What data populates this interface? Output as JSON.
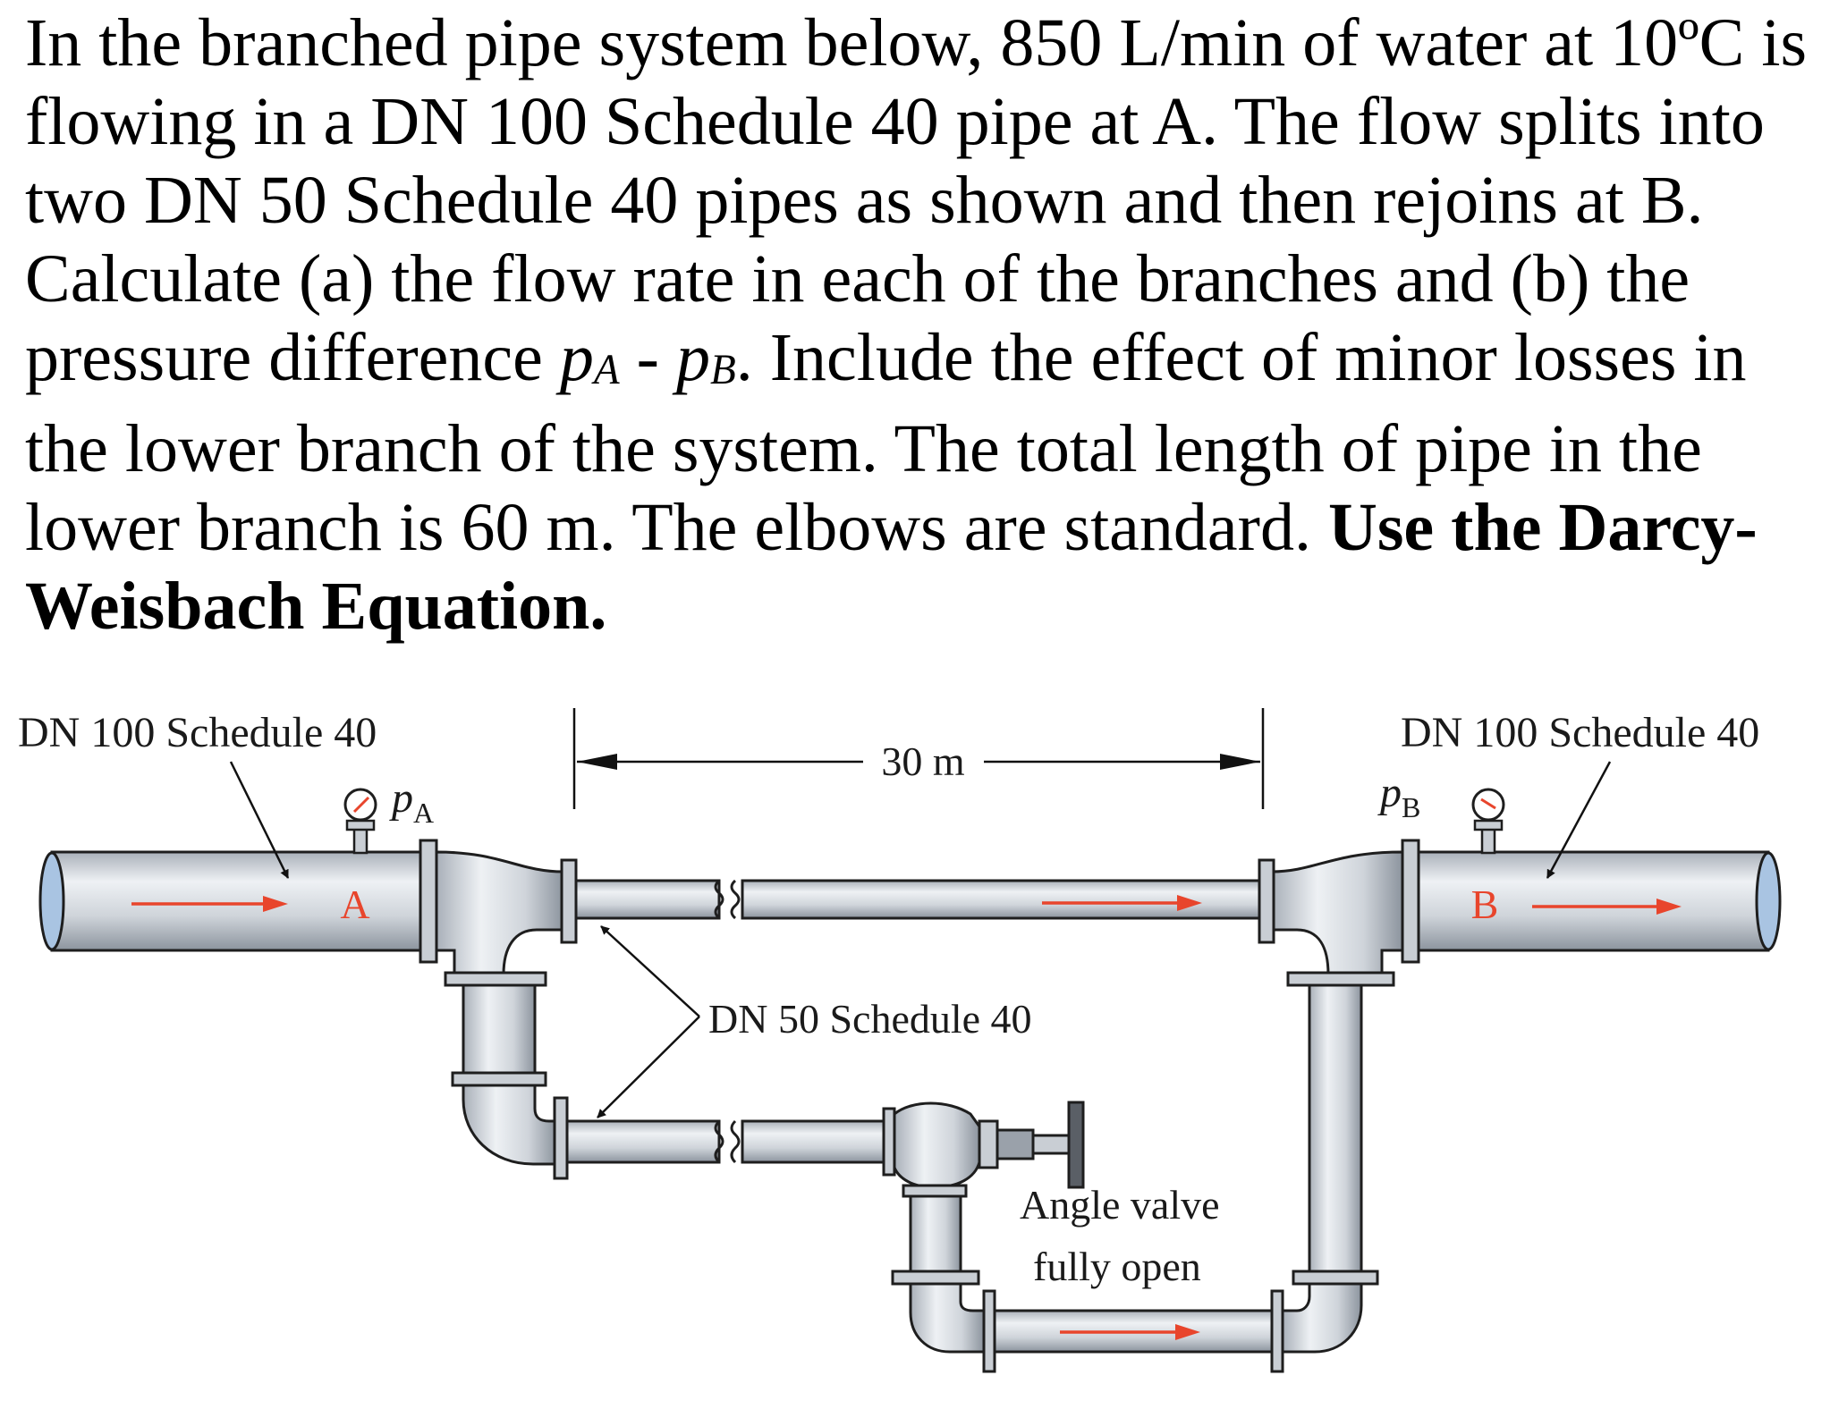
{
  "problem": {
    "p1": "In the branched pipe system below, 850 L/min of water at 10ºC is flowing in a DN 100 Schedule 40 pipe at A. The flow splits into two DN 50 Schedule 40 pipes as shown and then rejoins at B. Calculate (a) the flow rate in each of the branches and (b) the pressure difference ",
    "pA_sym": "p",
    "pA_sub": "A",
    "dash": " - ",
    "pB_sym": "p",
    "pB_sub": "B",
    "p2": ". Include the effect of minor losses in the lower branch of the system. The total length of pipe in the lower branch is 60 m. The elbows are standard. ",
    "emphasis": "Use the Darcy-Weisbach Equation."
  },
  "diagram": {
    "inlet_label": "DN 100 Schedule 40",
    "outlet_label": "DN 100 Schedule 40",
    "length_label": "30 m",
    "gauge_a_sym": "p",
    "gauge_a_sub": "A",
    "gauge_b_sym": "p",
    "gauge_b_sub": "B",
    "point_a": "A",
    "point_b": "B",
    "branch_label": "DN 50 Schedule 40",
    "valve_label_1": "Angle valve",
    "valve_label_2": "fully open",
    "colors": {
      "pipe_fill": "#d4d8de",
      "pipe_stroke": "#1e1e1e",
      "flow_arrow": "#e8452c"
    }
  }
}
